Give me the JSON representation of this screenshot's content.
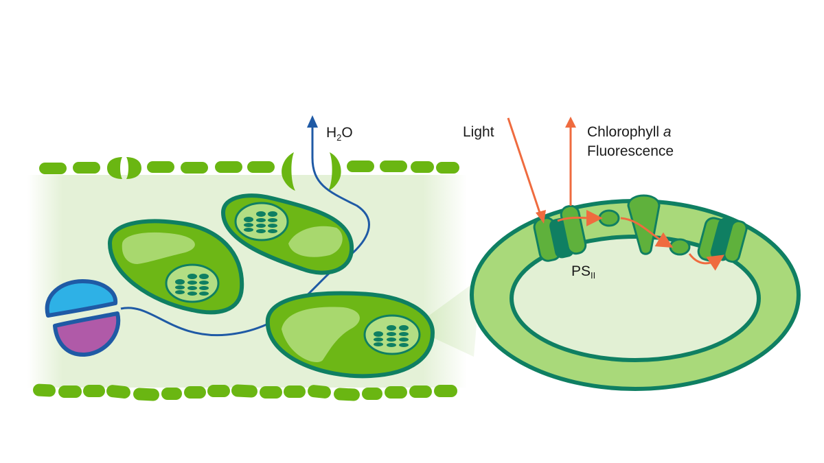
{
  "diagram": {
    "title": "Leaf cross-section with thylakoid membrane and chlorophyll a fluorescence",
    "labels": {
      "water": "H",
      "water_sub": "2",
      "water_tail": "O",
      "light": "Light",
      "fluorescence_line1": "Chlorophyll ",
      "fluorescence_italic": "a",
      "fluorescence_line2": "Fluorescence",
      "photosystem": "PS",
      "photosystem_sub": "II"
    },
    "colors": {
      "leaf_green": "#6ab612",
      "cell_fill": "#6db716",
      "cell_border": "#0f7f62",
      "cell_light": "#a8d86e",
      "chloroplast_fill": "#b3de84",
      "mesophyll_bg": "#e2f0d4",
      "water_path": "#1f5aa5",
      "guard_blue": "#2eb1e6",
      "guard_purple": "#b05aa8",
      "light_arrow": "#ef6b3f",
      "thylakoid_ring": "#a9d97a",
      "thylakoid_inner": "#e2f0d4",
      "protein_mid": "#5fb13c",
      "protein_dark": "#0f7f62"
    }
  }
}
